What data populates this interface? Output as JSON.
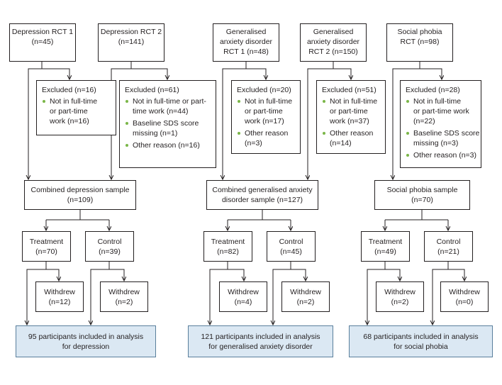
{
  "colors": {
    "line": "#231f20",
    "bullet": "#7ab648",
    "final_fill": "#dbe8f3",
    "final_border": "#5a7f9c"
  },
  "trials": {
    "dep1": [
      "Depression RCT 1",
      "(n=45)"
    ],
    "dep2": [
      "Depression RCT 2",
      "(n=141)"
    ],
    "gad1": [
      "Generalised",
      "anxiety disorder",
      "RCT 1 (n=48)"
    ],
    "gad2": [
      "Generalised",
      "anxiety disorder",
      "RCT 2 (n=150)"
    ],
    "sp": [
      "Social phobia",
      "RCT (n=98)"
    ]
  },
  "excluded": {
    "dep1": {
      "header": "Excluded (n=16)",
      "items": [
        [
          "Not in full-time",
          "or part-time",
          "work (n=16)"
        ]
      ]
    },
    "dep2": {
      "header": "Excluded (n=61)",
      "items": [
        [
          "Not in full-time or part-",
          "time work (n=44)"
        ],
        [
          "Baseline SDS score",
          "missing (n=1)"
        ],
        [
          "Other reason (n=16)"
        ]
      ]
    },
    "gad1": {
      "header": "Excluded (n=20)",
      "items": [
        [
          "Not in full-time",
          "or part-time",
          "work (n=17)"
        ],
        [
          "Other reason",
          "(n=3)"
        ]
      ]
    },
    "gad2": {
      "header": "Excluded (n=51)",
      "items": [
        [
          "Not in full-time",
          "or part-time",
          "work (n=37)"
        ],
        [
          "Other reason",
          "(n=14)"
        ]
      ]
    },
    "sp": {
      "header": "Excluded (n=28)",
      "items": [
        [
          "Not in full-time",
          "or part-time work",
          "(n=22)"
        ],
        [
          "Baseline SDS score",
          "missing (n=3)"
        ],
        [
          "Other reason (n=3)"
        ]
      ]
    }
  },
  "combined": {
    "dep": [
      "Combined depression sample",
      "(n=109)"
    ],
    "gad": [
      "Combined generalised anxiety",
      "disorder sample (n=127)"
    ],
    "sp": [
      "Social phobia sample",
      "(n=70)"
    ]
  },
  "arms": {
    "dep": {
      "treatment": [
        "Treatment",
        "(n=70)"
      ],
      "control": [
        "Control",
        "(n=39)"
      ],
      "withdrew_t": [
        "Withdrew",
        "(n=12)"
      ],
      "withdrew_c": [
        "Withdrew",
        "(n=2)"
      ]
    },
    "gad": {
      "treatment": [
        "Treatment",
        "(n=82)"
      ],
      "control": [
        "Control",
        "(n=45)"
      ],
      "withdrew_t": [
        "Withdrew",
        "(n=4)"
      ],
      "withdrew_c": [
        "Withdrew",
        "(n=2)"
      ]
    },
    "sp": {
      "treatment": [
        "Treatment",
        "(n=49)"
      ],
      "control": [
        "Control",
        "(n=21)"
      ],
      "withdrew_t": [
        "Withdrew",
        "(n=2)"
      ],
      "withdrew_c": [
        "Withdrew",
        "(n=0)"
      ]
    }
  },
  "final": {
    "dep": [
      "95 participants included in analysis",
      "for depression"
    ],
    "gad": [
      "121 participants included in analysis",
      "for generalised anxiety disorder"
    ],
    "sp": [
      "68 participants included in analysis",
      "for social phobia"
    ]
  }
}
